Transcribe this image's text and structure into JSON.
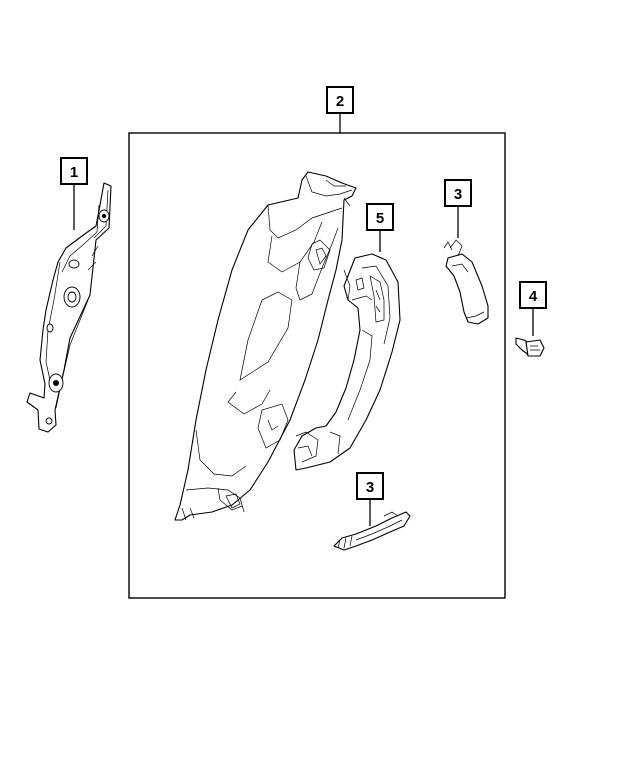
{
  "callouts": [
    {
      "id": "callout-1",
      "label": "1"
    },
    {
      "id": "callout-2",
      "label": "2"
    },
    {
      "id": "callout-3-upper",
      "label": "3"
    },
    {
      "id": "callout-3-lower",
      "label": "3"
    },
    {
      "id": "callout-4",
      "label": "4"
    },
    {
      "id": "callout-5",
      "label": "5"
    }
  ],
  "colors": {
    "line": "#000000",
    "background": "#ffffff"
  }
}
